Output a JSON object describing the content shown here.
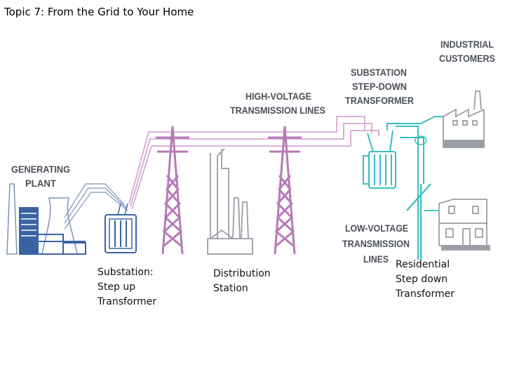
{
  "page_title": "Topic 7: From the Grid to Your Home",
  "labels": {
    "generating_plant": [
      "GENERATING",
      "PLANT"
    ],
    "high_voltage": [
      "HIGH-VOLTAGE",
      "TRANSMISSION LINES"
    ],
    "substation_stepdown": [
      "SUBSTATION",
      "STEP-DOWN",
      "TRANSFORMER"
    ],
    "industrial": [
      "INDUSTRIAL",
      "CUSTOMERS"
    ],
    "low_voltage": [
      "LOW-VOLTAGE",
      "TRANSMISSION",
      "LINES"
    ]
  },
  "captions": {
    "substation": [
      "Substation:",
      "Step up",
      "Transformer"
    ],
    "distribution": [
      "Distribution",
      "Station"
    ],
    "residential": [
      "Residential",
      "Step down",
      "Transformer"
    ]
  },
  "colors": {
    "plant_blue": "#3b63a3",
    "tower_purple": "#b77ab7",
    "teal": "#3bbdbd",
    "gray": "#9a9ea6"
  }
}
